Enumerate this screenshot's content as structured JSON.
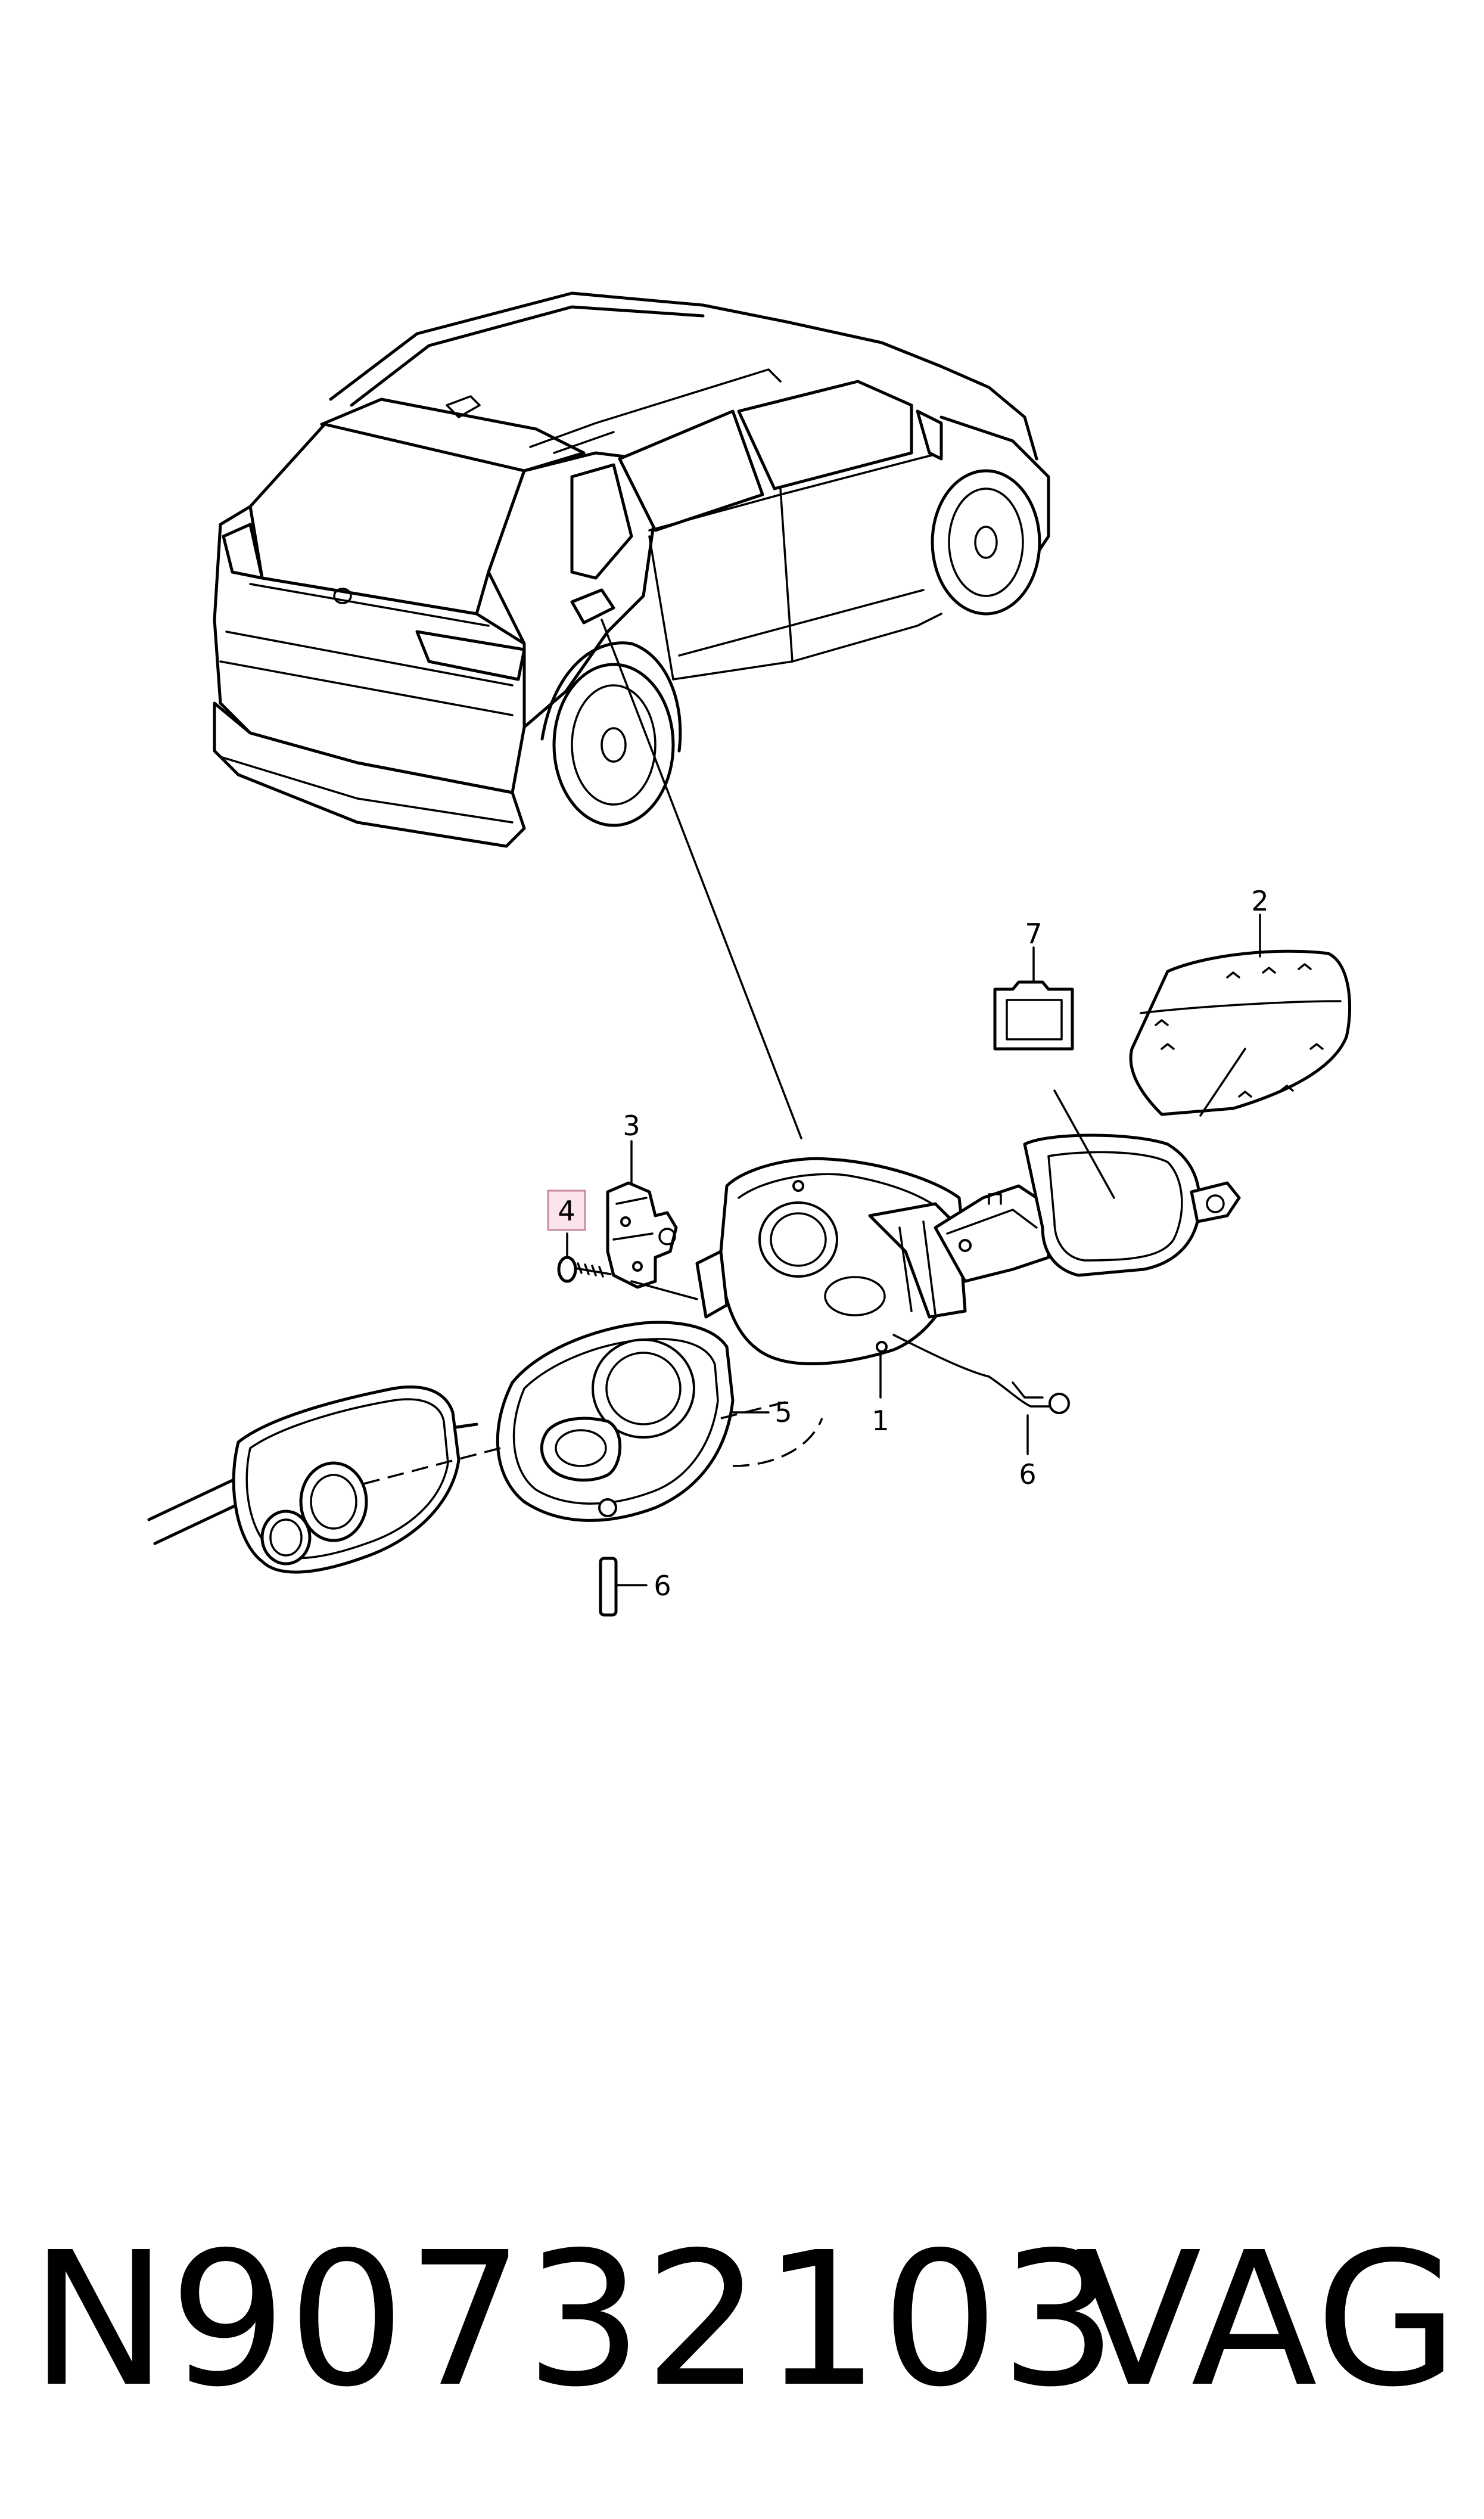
{
  "diagram": {
    "callouts": {
      "c1": "1",
      "c2": "2",
      "c3": "3",
      "c4": "4",
      "c5": "5",
      "c6a": "6",
      "c6b": "6",
      "c7": "7"
    },
    "highlighted_callout": "4",
    "highlight_color": "#fbe4ec"
  },
  "footer": {
    "part_number": "N90732103",
    "brand": "VAG"
  }
}
